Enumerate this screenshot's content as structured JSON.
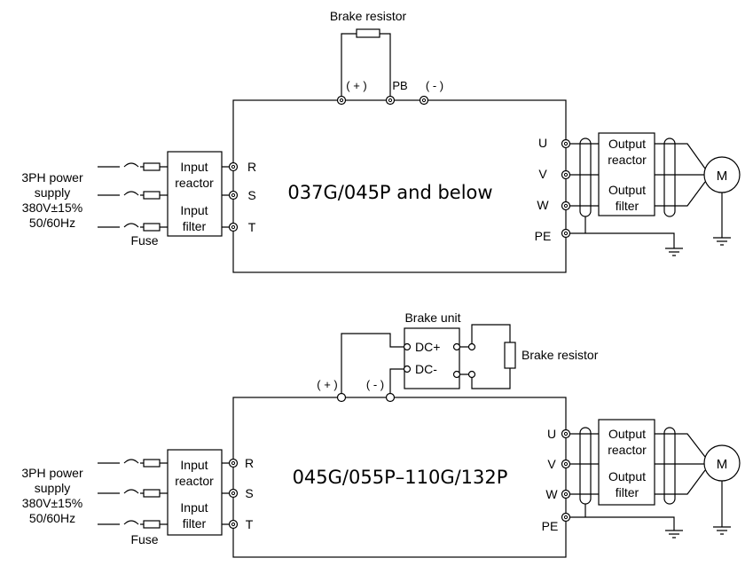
{
  "diagram1": {
    "title": "037G/045P and below",
    "brake_resistor": "Brake resistor",
    "dc_plus": "( + )",
    "pb": "PB",
    "dc_minus": "( - )",
    "power_supply": [
      "3PH power",
      "supply",
      "380V±15%",
      "50/60Hz"
    ],
    "fuse": "Fuse",
    "input_reactor": [
      "Input",
      "reactor"
    ],
    "input_filter": [
      "Input",
      "filter"
    ],
    "inputs": [
      "R",
      "S",
      "T"
    ],
    "outputs": [
      "U",
      "V",
      "W",
      "PE"
    ],
    "output_reactor": [
      "Output",
      "reactor"
    ],
    "output_filter": [
      "Output",
      "filter"
    ],
    "motor": "M"
  },
  "diagram2": {
    "title": "045G/055P–110G/132P",
    "brake_unit": "Brake unit",
    "brake_resistor": "Brake resistor",
    "dc_plus_unit": "DC+",
    "dc_minus_unit": "DC-",
    "dc_plus": "( + )",
    "dc_minus": "( - )",
    "power_supply": [
      "3PH power",
      "supply",
      "380V±15%",
      "50/60Hz"
    ],
    "fuse": "Fuse",
    "input_reactor": [
      "Input",
      "reactor"
    ],
    "input_filter": [
      "Input",
      "filter"
    ],
    "inputs": [
      "R",
      "S",
      "T"
    ],
    "outputs": [
      "U",
      "V",
      "W",
      "PE"
    ],
    "output_reactor": [
      "Output",
      "reactor"
    ],
    "output_filter": [
      "Output",
      "filter"
    ],
    "motor": "M"
  }
}
